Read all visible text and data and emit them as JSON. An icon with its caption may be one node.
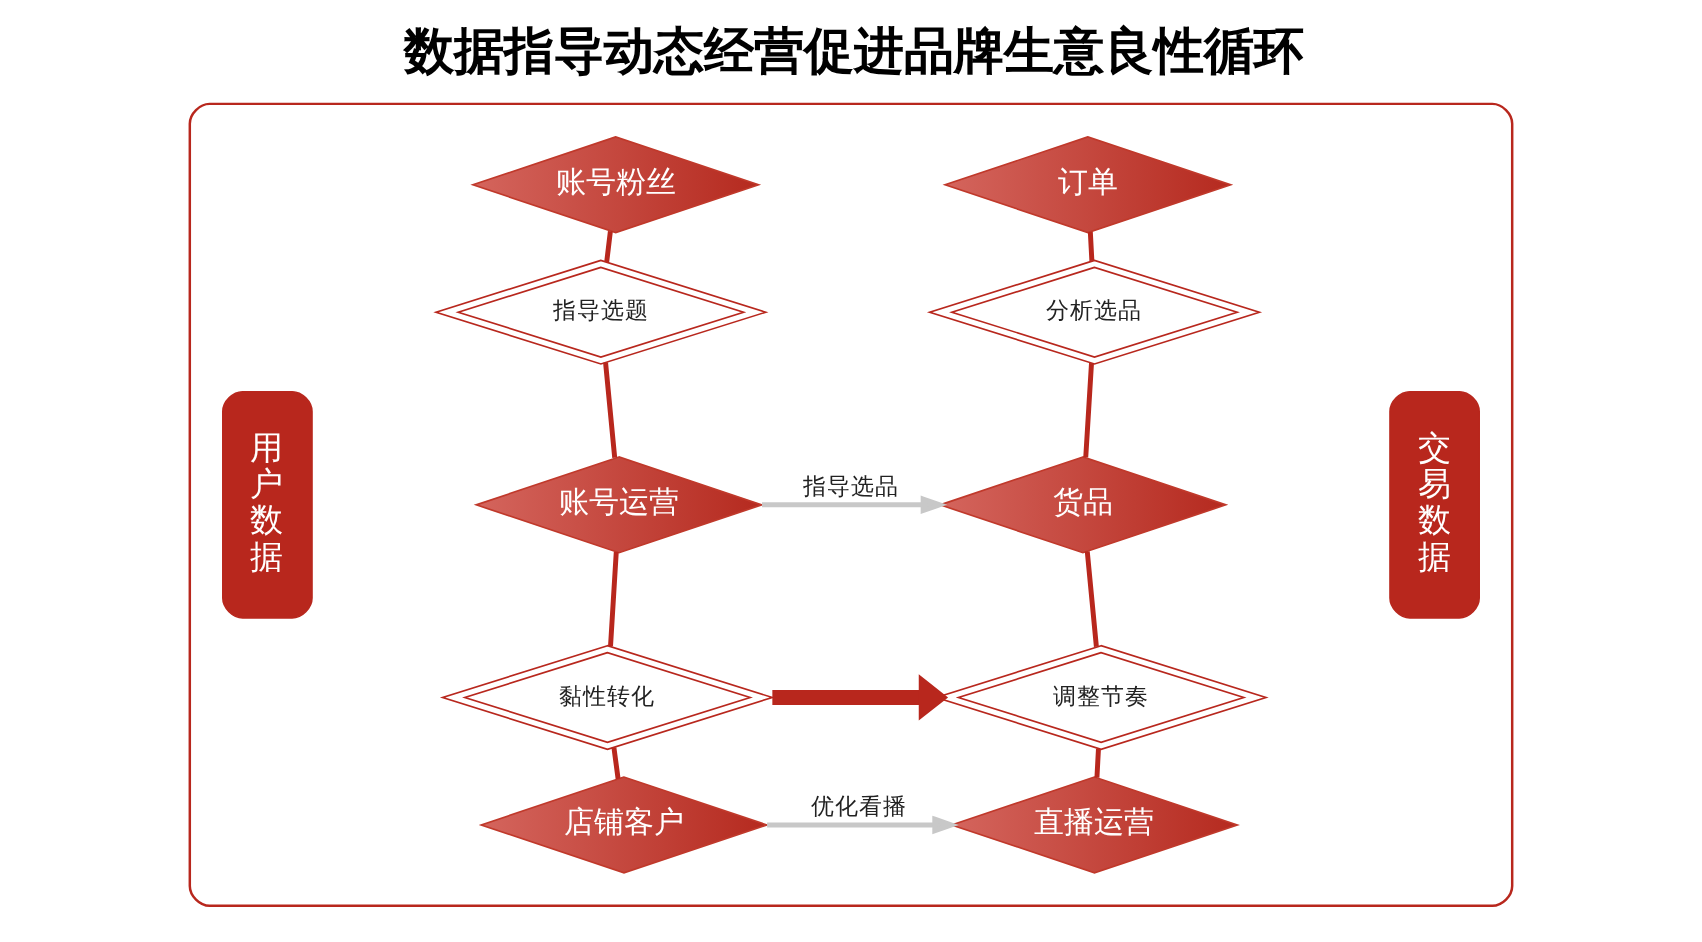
{
  "diagram": {
    "title": "数据指导动态经营促进品牌生意良性循环",
    "nodes": [
      {
        "text": [],
        "shape": "box"
      },
      {
        "text": [
          "用户数据"
        ],
        "in": 0
      },
      {
        "text": [
          "账号粉丝"
        ],
        "in": 0
      },
      {
        "text": [
          "指导选题"
        ],
        "in": 0
      },
      {
        "text": [
          "账号运营"
        ],
        "in": 0
      },
      {
        "text": [
          "黏性转化"
        ],
        "in": 0
      },
      {
        "text": [
          "店铺客户"
        ],
        "in": 0
      },
      {
        "text": [
          "订单"
        ],
        "in": 0
      },
      {
        "text": [
          "分析选品"
        ],
        "in": 0
      },
      {
        "text": [
          "货品"
        ],
        "in": 0
      },
      {
        "text": [
          "调整节奏"
        ],
        "in": 0
      },
      {
        "text": [
          "直播运营"
        ],
        "in": 0
      },
      {
        "text": [
          "交易数据"
        ],
        "in": 0
      }
    ],
    "edges": [
      {
        "from": 2,
        "to": 3,
        "arrow": "none"
      },
      {
        "from": 3,
        "to": 4,
        "arrow": "none"
      },
      {
        "from": 4,
        "to": 5,
        "arrow": "none"
      },
      {
        "from": 5,
        "to": 6,
        "arrow": "none"
      },
      {
        "from": 7,
        "to": 8,
        "arrow": "none"
      },
      {
        "from": 8,
        "to": 9,
        "arrow": "none"
      },
      {
        "from": 9,
        "to": 10,
        "arrow": "none"
      },
      {
        "from": 10,
        "to": 11,
        "arrow": "none"
      },
      {
        "from": 4,
        "to": 9,
        "arrow": "to",
        "label": "指导选品",
        "color": "#c8c8c8"
      },
      {
        "from": 5,
        "to": 10,
        "arrow": "to",
        "style": "thick"
      },
      {
        "from": 6,
        "to": 11,
        "arrow": "to",
        "label": "优化看播",
        "color": "#c8c8c8"
      }
    ]
  }
}
